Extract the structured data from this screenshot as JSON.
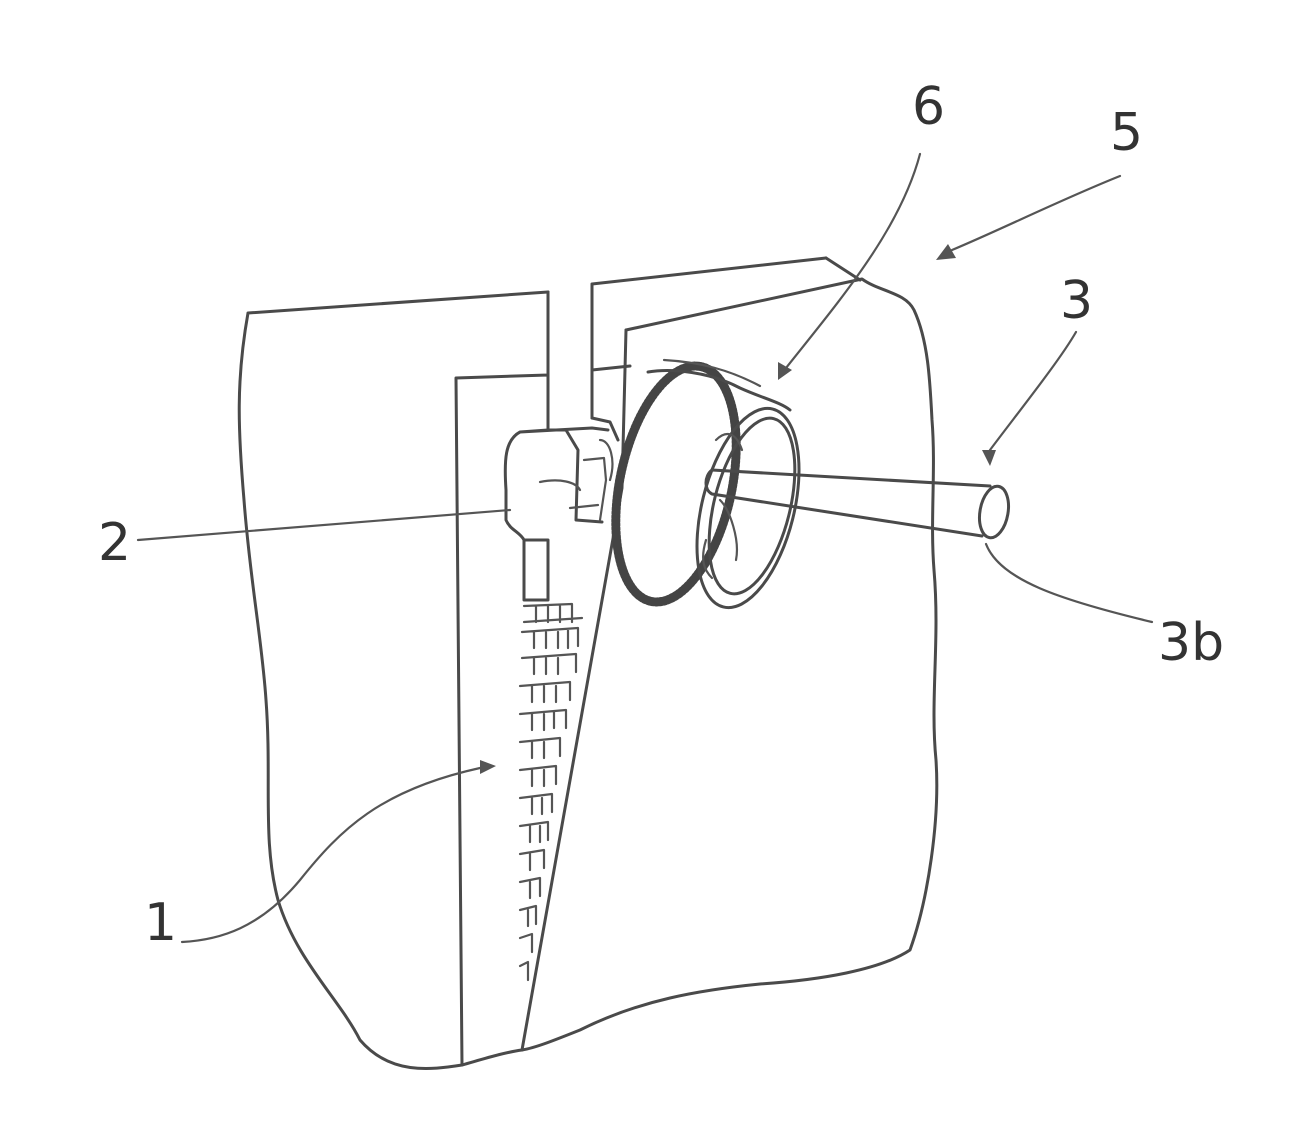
{
  "labels": {
    "zipper_teeth": "1",
    "slider": "2",
    "rod": "3",
    "rod_end": "3b",
    "panel": "5",
    "ring": "6"
  }
}
